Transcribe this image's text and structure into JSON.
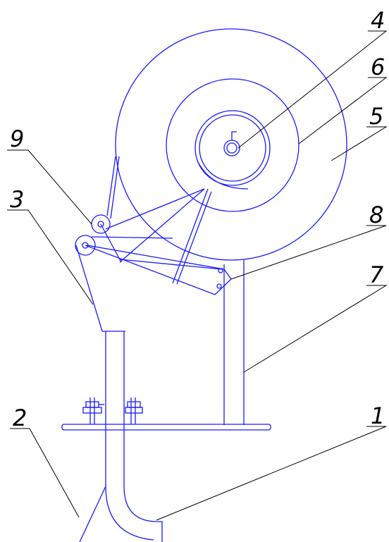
{
  "diagram": {
    "line_color": "#1a1aff",
    "leader_color": "#000000",
    "labels": {
      "l1": "1",
      "l2": "2",
      "l3": "3",
      "l4": "4",
      "l5": "5",
      "l6": "6",
      "l7": "7",
      "l8": "8",
      "l9": "9"
    }
  }
}
